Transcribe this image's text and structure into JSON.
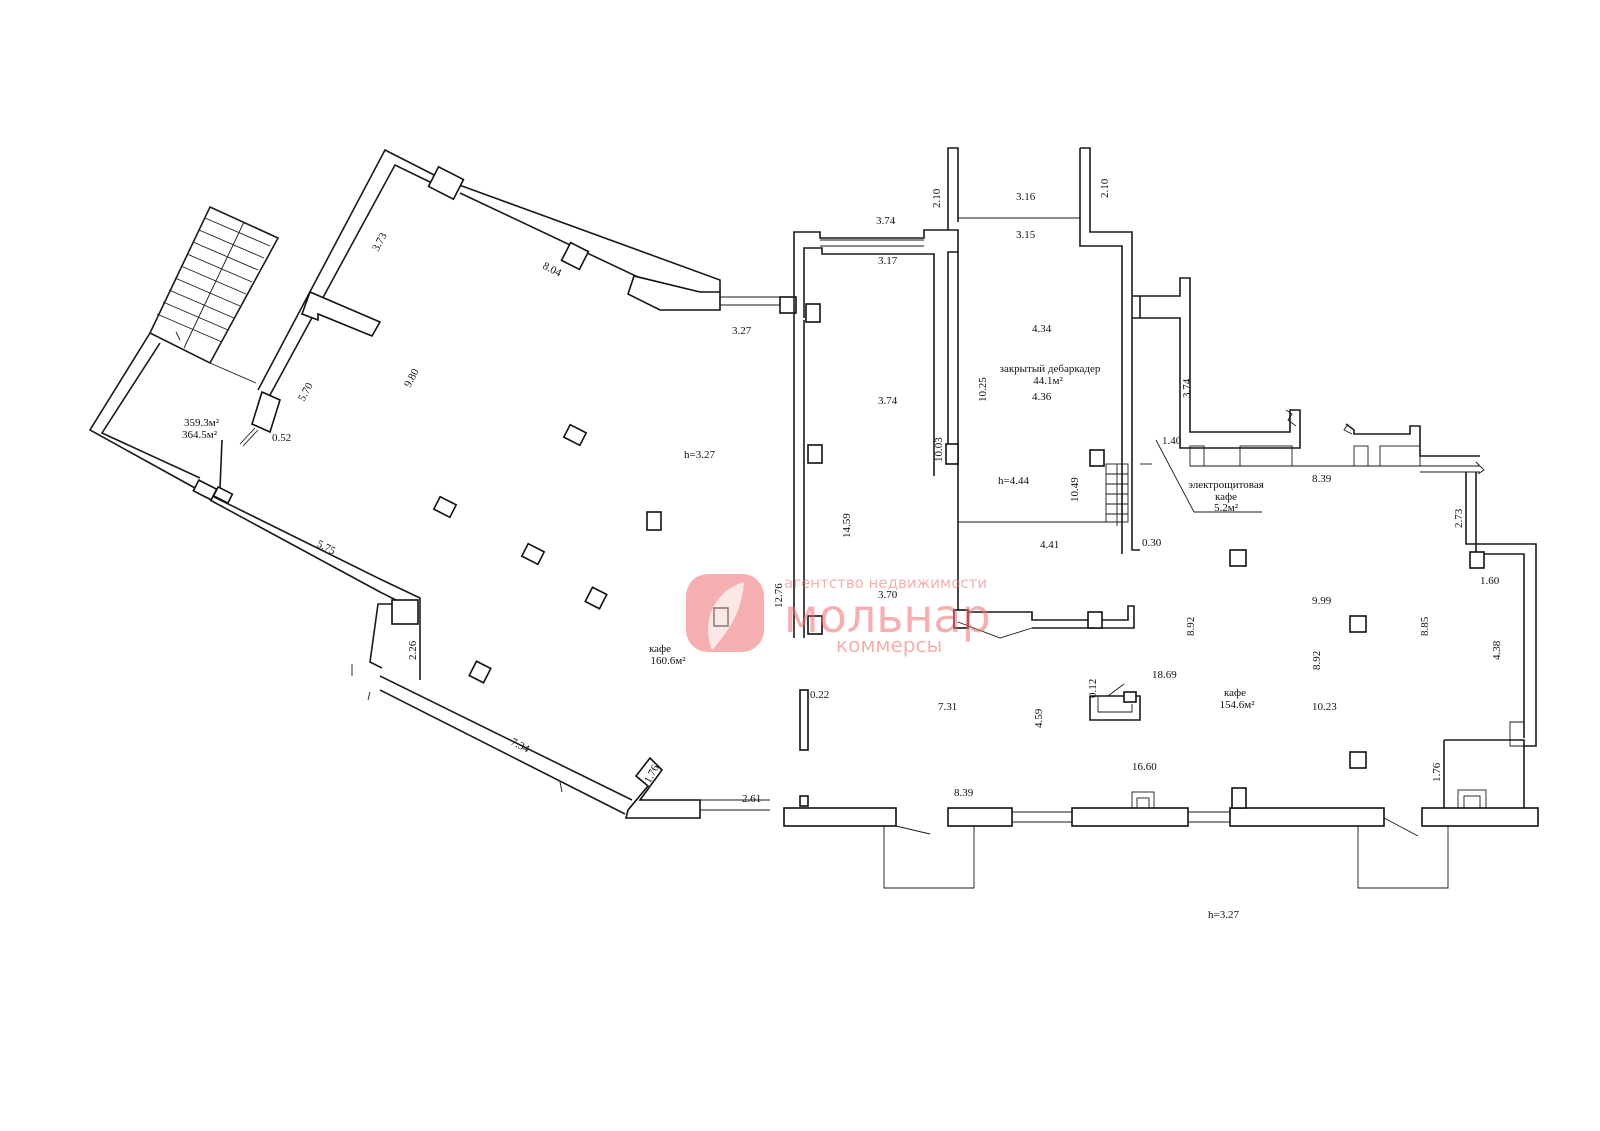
{
  "colors": {
    "line": "#1a1a1a",
    "watermark": "#ee6f73",
    "background": "#ffffff"
  },
  "watermark": {
    "tagline": "агентство недвижимости",
    "brand": "мольнар",
    "sub": "коммерсы"
  },
  "rooms": {
    "total_area_1": "359.3м²",
    "total_area_2": "364.5м²",
    "cafe_left_name": "кафе",
    "cafe_left_area": "160.6м²",
    "cafe_right_name": "кафе",
    "cafe_right_area": "154.6м²",
    "dock_name": "закрытый дебаркадер",
    "dock_area": "44.1м²",
    "electric_name_1": "электрощитовая",
    "electric_name_2": "кафе",
    "electric_area": "5.2м²"
  },
  "heights": {
    "h_left": "h=3.27",
    "h_dock": "h=4.44",
    "h_bottom": "h=3.27"
  },
  "dimensions": {
    "d_373": "3.73",
    "d_804": "8.04",
    "d_327a": "3.27",
    "d_980": "9.80",
    "d_570": "5.70",
    "d_052": "0.52",
    "d_575": "5.75",
    "d_226": "2.26",
    "d_734": "7.34",
    "d_176a": "1.76",
    "d_261": "2.61",
    "d_839a": "8.39",
    "d_374a": "3.74",
    "d_317": "3.17",
    "d_374b": "3.74",
    "d_1459": "14.59",
    "d_370": "3.70",
    "d_1276": "12.76",
    "d_022": "0.22",
    "d_1003": "10.03",
    "d_210a": "2.10",
    "d_316": "3.16",
    "d_315": "3.15",
    "d_210b": "2.10",
    "d_434": "4.34",
    "d_436": "4.36",
    "d_1025": "10.25",
    "d_1049": "10.49",
    "d_441": "4.41",
    "d_030": "0.30",
    "d_374c": "3.74",
    "d_140": "1.40",
    "d_839b": "8.39",
    "d_273": "2.73",
    "d_160": "1.60",
    "d_999": "9.99",
    "d_885": "8.85",
    "d_892a": "8.92",
    "d_892b": "8.92",
    "d_438": "4.38",
    "d_1869": "18.69",
    "d_012": "0.12",
    "d_731": "7.31",
    "d_459": "4.59",
    "d_1023": "10.23",
    "d_1660": "16.60",
    "d_176b": "1.76"
  }
}
